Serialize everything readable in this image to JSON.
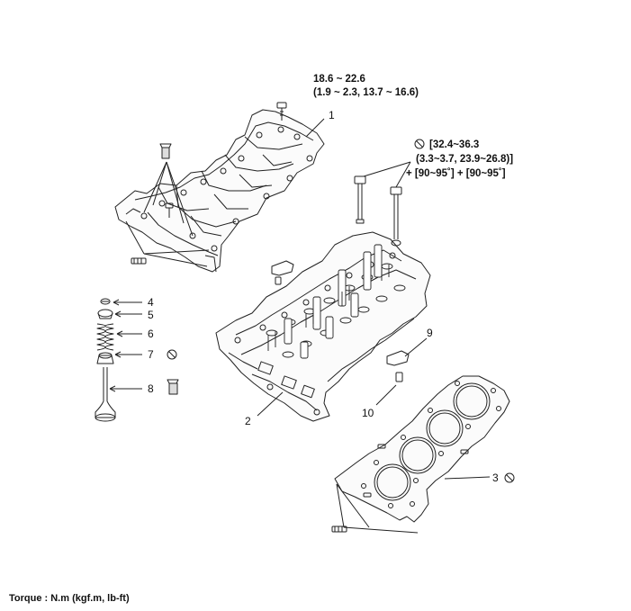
{
  "specs": {
    "bearing_cap_torque_line1": "18.6 ~ 22.6",
    "bearing_cap_torque_line2": "(1.9 ~ 2.3, 13.7 ~ 16.6)",
    "head_bolt_torque_line1": "[32.4~36.3",
    "head_bolt_torque_line2": "(3.3~3.7, 23.9~26.8)]",
    "head_bolt_torque_line3": "+ [90~95˚] + [90~95˚]"
  },
  "callouts": {
    "c1": "1",
    "c2": "2",
    "c3": "3",
    "c4": "4",
    "c5": "5",
    "c6": "6",
    "c7": "7",
    "c8": "8",
    "c9": "9",
    "c10": "10"
  },
  "legend": {
    "torque_units": "Torque : N.m (kgf.m, lb-ft)"
  },
  "icons": {
    "reuse_prohibited": "prohibited-icon",
    "sealant": "sealant-tube-icon"
  }
}
